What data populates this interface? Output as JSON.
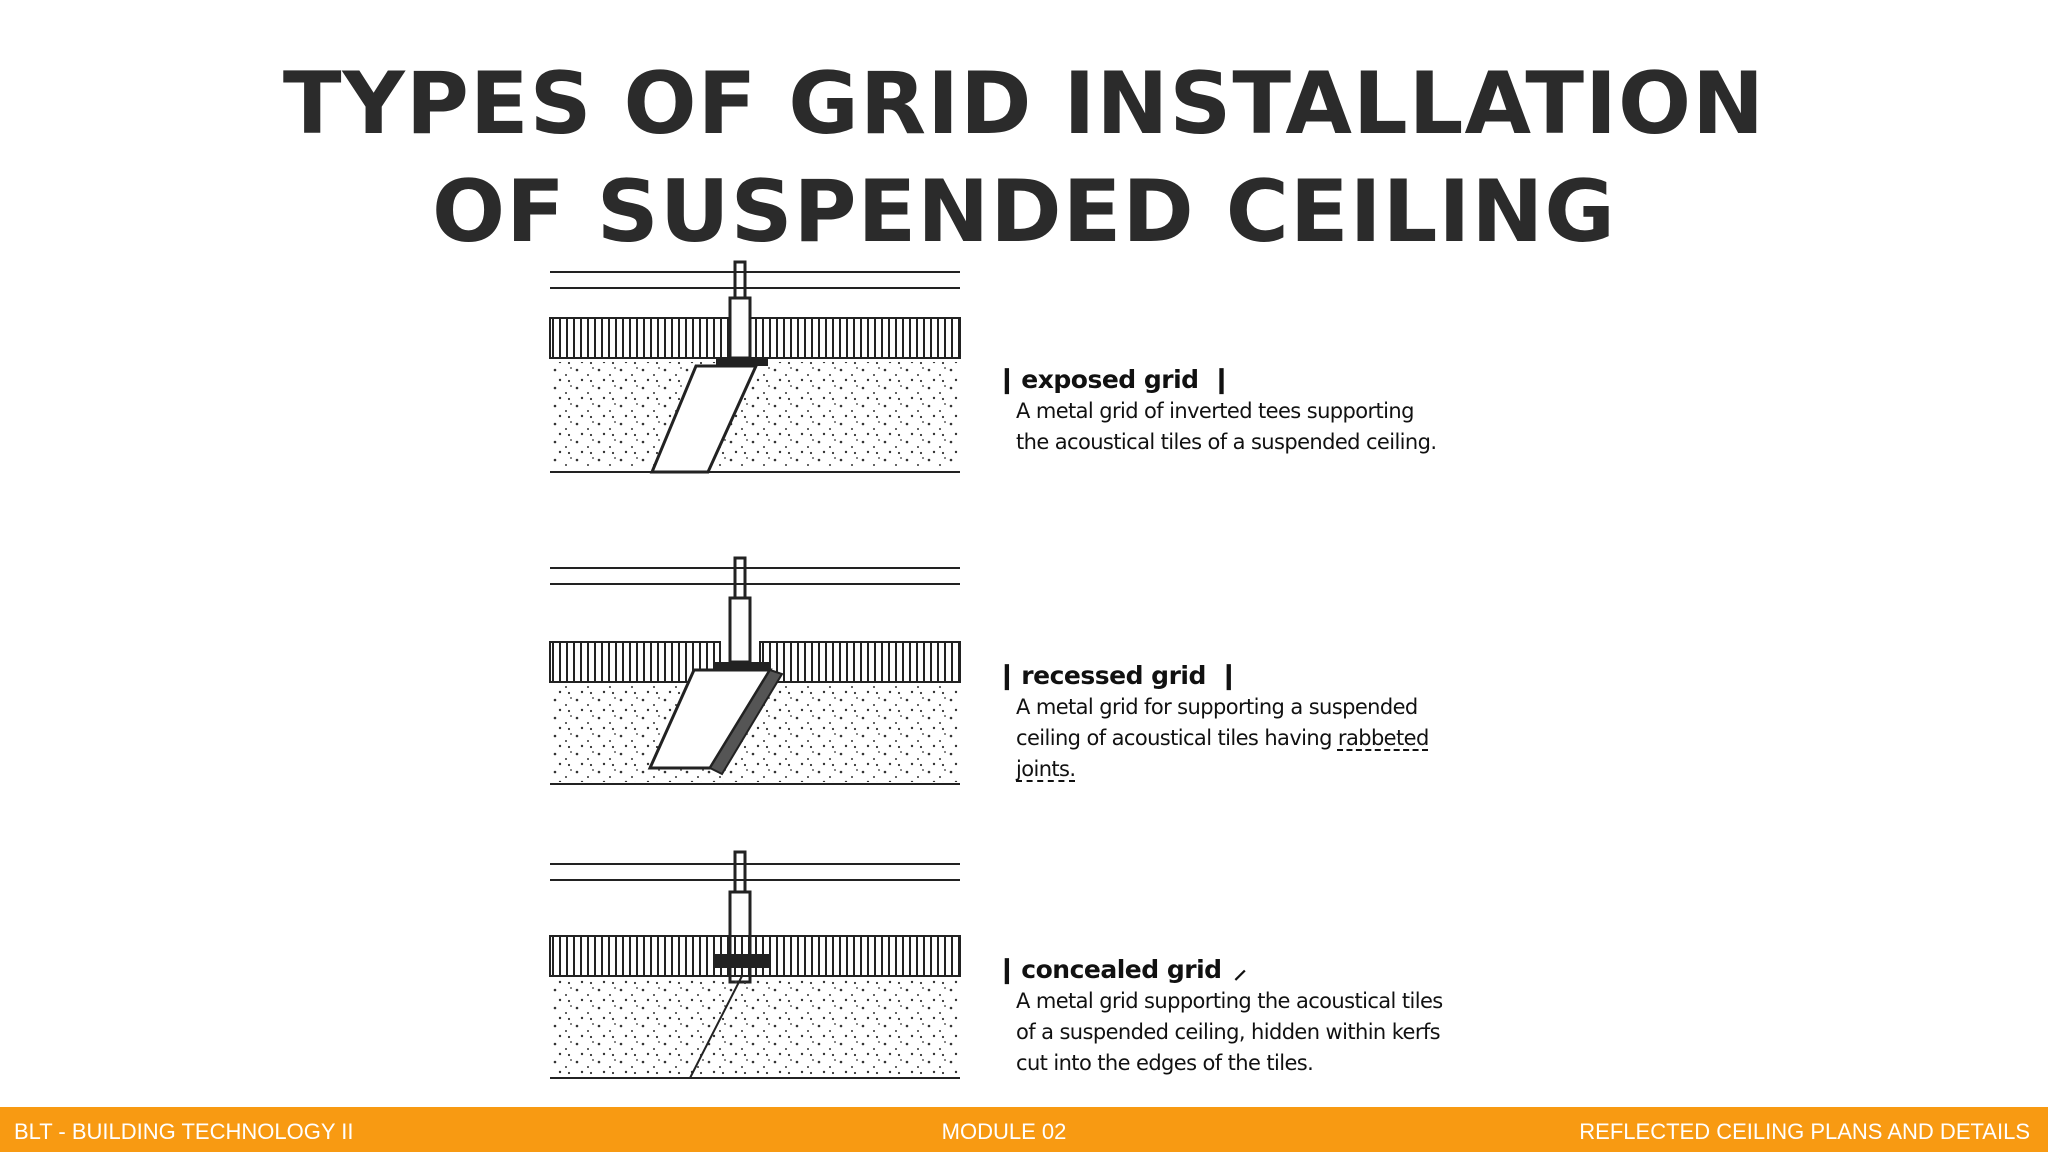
{
  "title": {
    "line1": "TYPES OF GRID INSTALLATION",
    "line2": "OF SUSPENDED CEILING"
  },
  "grids": [
    {
      "name": "exposed grid",
      "description_lines": [
        "A metal grid of inverted tees supporting",
        "the acoustical tiles of a suspended ceiling."
      ]
    },
    {
      "name": "recessed grid",
      "description_lines": [
        "A metal grid for supporting a suspended",
        "ceiling of acoustical tiles having ",
        "joints."
      ],
      "underlined_word": "rabbeted"
    },
    {
      "name": "concealed grid",
      "description_lines": [
        "A metal grid supporting the acoustical tiles",
        "of a suspended ceiling, hidden within kerfs",
        "cut into the edges of the tiles."
      ]
    }
  ],
  "footer": {
    "left": "BLT  - BUILDING TECHNOLOGY II",
    "center": "MODULE 02",
    "right": "REFLECTED CEILING PLANS AND DETAILS"
  },
  "colors": {
    "footer_bg": "#f89a12",
    "title": "#2b2b2b"
  }
}
